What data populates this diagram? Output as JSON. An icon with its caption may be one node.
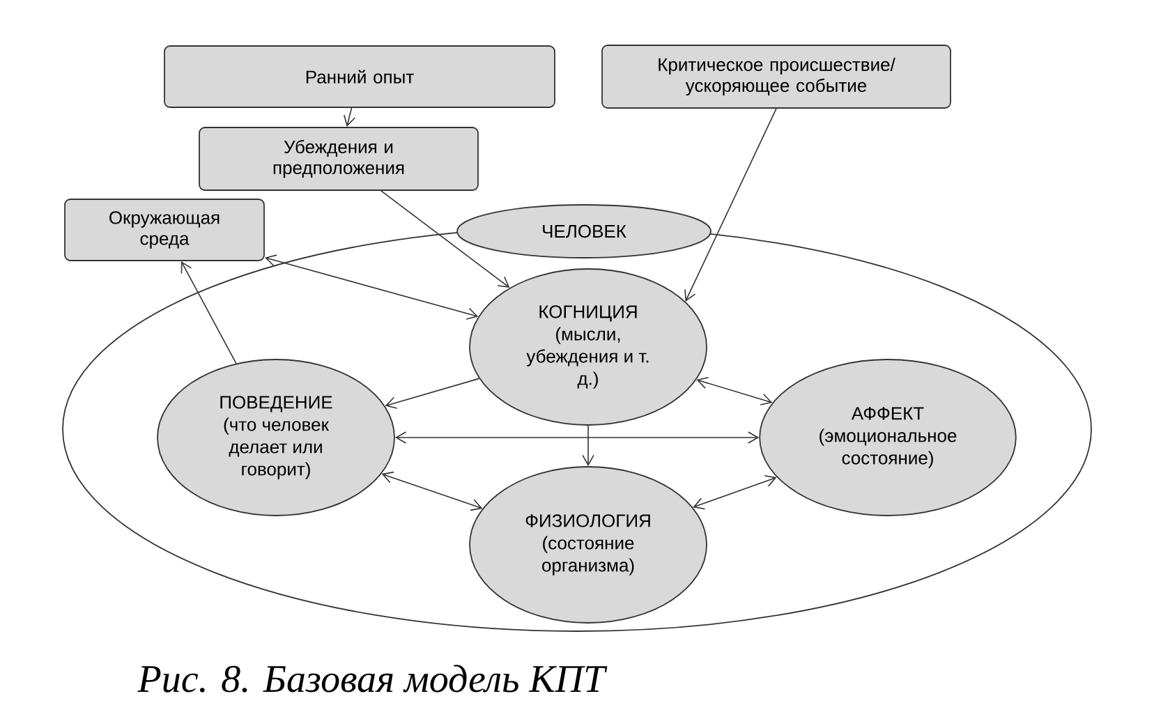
{
  "diagram": {
    "caption": "Рис. 8. Базовая модель КПТ",
    "nodes": [
      {
        "text": [
          "Ранний опыт"
        ]
      },
      {
        "text": [
          "Убеждения и предположения"
        ]
      },
      {
        "text": [
          "Критическое происшествие/ ускоряющее событие"
        ]
      },
      {
        "text": [
          "Окружающая среда"
        ]
      },
      {
        "text": [
          "ЧЕЛОВЕК"
        ]
      },
      {
        "text": [
          "КОГНИЦИЯ",
          "(мысли, убеждения и т. д.)"
        ],
        "in": 4
      },
      {
        "text": [
          "ПОВЕДЕНИЕ",
          "(что человек делает или говорит)"
        ],
        "in": 4
      },
      {
        "text": [
          "АФФЕКТ",
          "(эмоциональное состояние)"
        ],
        "in": 4
      },
      {
        "text": [
          "ФИЗИОЛОГИЯ",
          "(состояние организма)"
        ],
        "in": 4
      }
    ],
    "edges": [
      {
        "from": 0,
        "to": 1,
        "arrow": "to"
      },
      {
        "from": 1,
        "to": 5,
        "arrow": "to"
      },
      {
        "from": 2,
        "to": 5,
        "arrow": "to"
      },
      {
        "from": 5,
        "to": 3,
        "arrow": "both"
      },
      {
        "from": 6,
        "to": 3,
        "arrow": "to"
      },
      {
        "from": 5,
        "to": 6,
        "arrow": "to"
      },
      {
        "from": 5,
        "to": 7,
        "arrow": "both"
      },
      {
        "from": 6,
        "to": 7,
        "arrow": "both"
      },
      {
        "from": 5,
        "to": 8,
        "arrow": "to"
      },
      {
        "from": 6,
        "to": 8,
        "arrow": "both"
      },
      {
        "from": 8,
        "to": 7,
        "arrow": "both"
      }
    ]
  }
}
